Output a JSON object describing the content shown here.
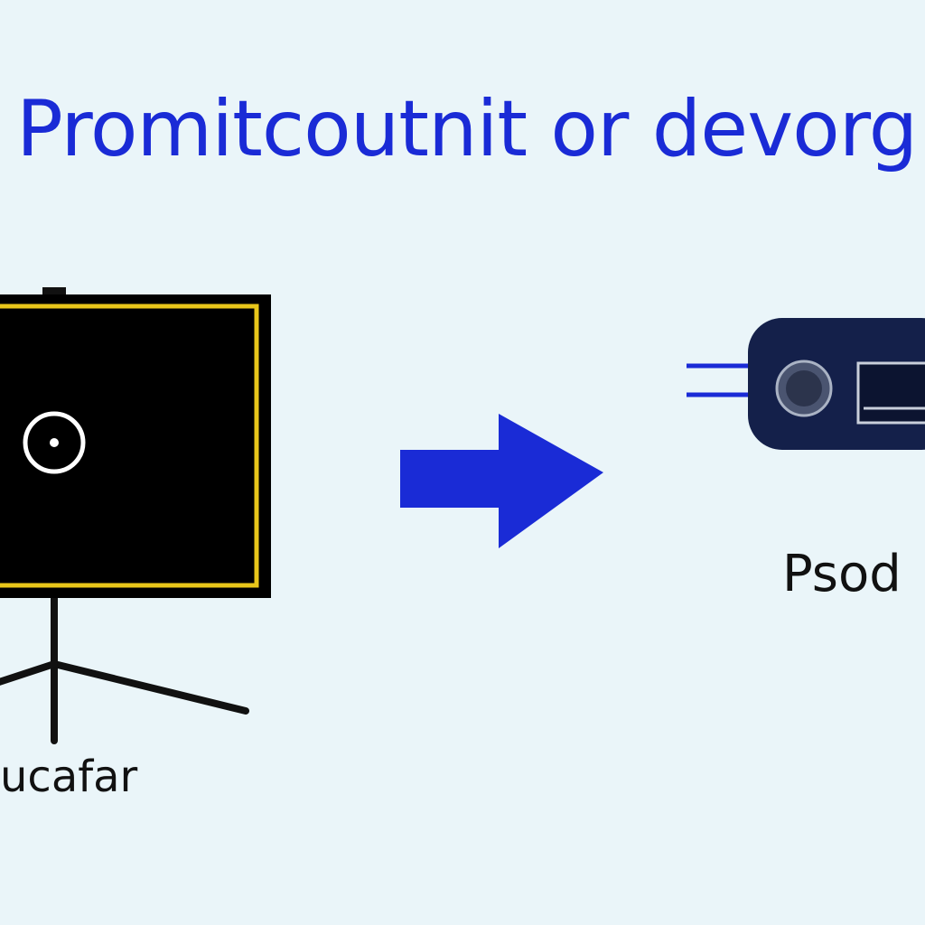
{
  "title": "Promitcoutnit or devorg",
  "left_node": {
    "label": "ucafar",
    "icon": "monitor-on-stand-icon"
  },
  "right_node": {
    "label": "Psod",
    "icon": "usb-device-icon"
  },
  "connector": {
    "icon": "arrow-right-icon",
    "direction": "left-to-right"
  },
  "colors": {
    "background": "#eaf5f9",
    "title": "#1a2bd6",
    "arrow": "#1a2bd6",
    "monitor_screen": "#000000",
    "monitor_border": "#e8c61a",
    "device_body": "#14204a",
    "cable": "#1a2bd6"
  }
}
